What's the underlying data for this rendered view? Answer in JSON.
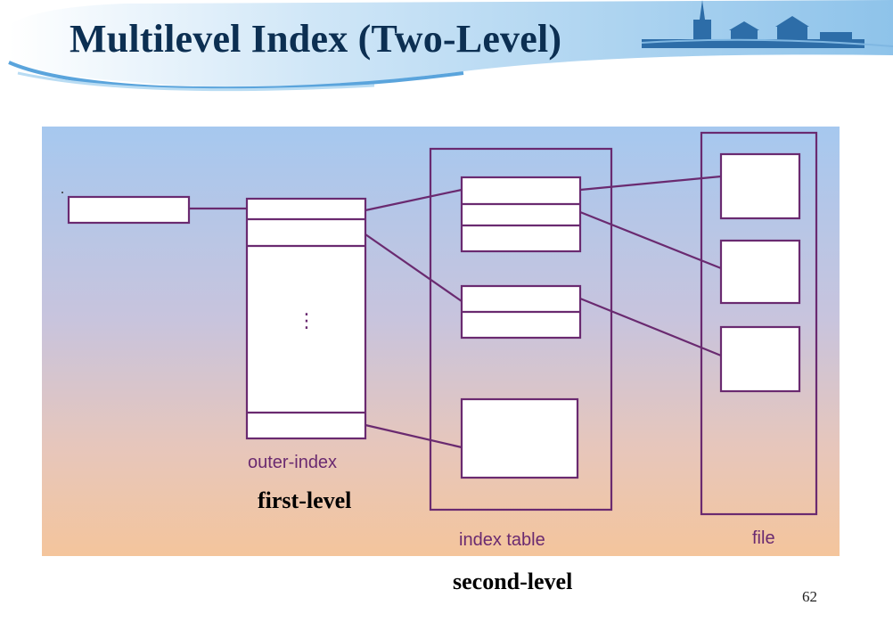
{
  "slide": {
    "title": "Multilevel Index (Two-Level)",
    "page_number": "62"
  },
  "diagram": {
    "labels": {
      "outer_index": "outer-index",
      "first_level": "first-level",
      "index_table": "index table",
      "second_level": "second-level",
      "file": "file"
    },
    "ellipsis": "⋮",
    "colors": {
      "line": "#6a2a70",
      "box_fill": "#ffffff",
      "gradient_top": "#a6c8ef",
      "gradient_bottom": "#f4c59c",
      "title": "#0c2f52"
    }
  }
}
